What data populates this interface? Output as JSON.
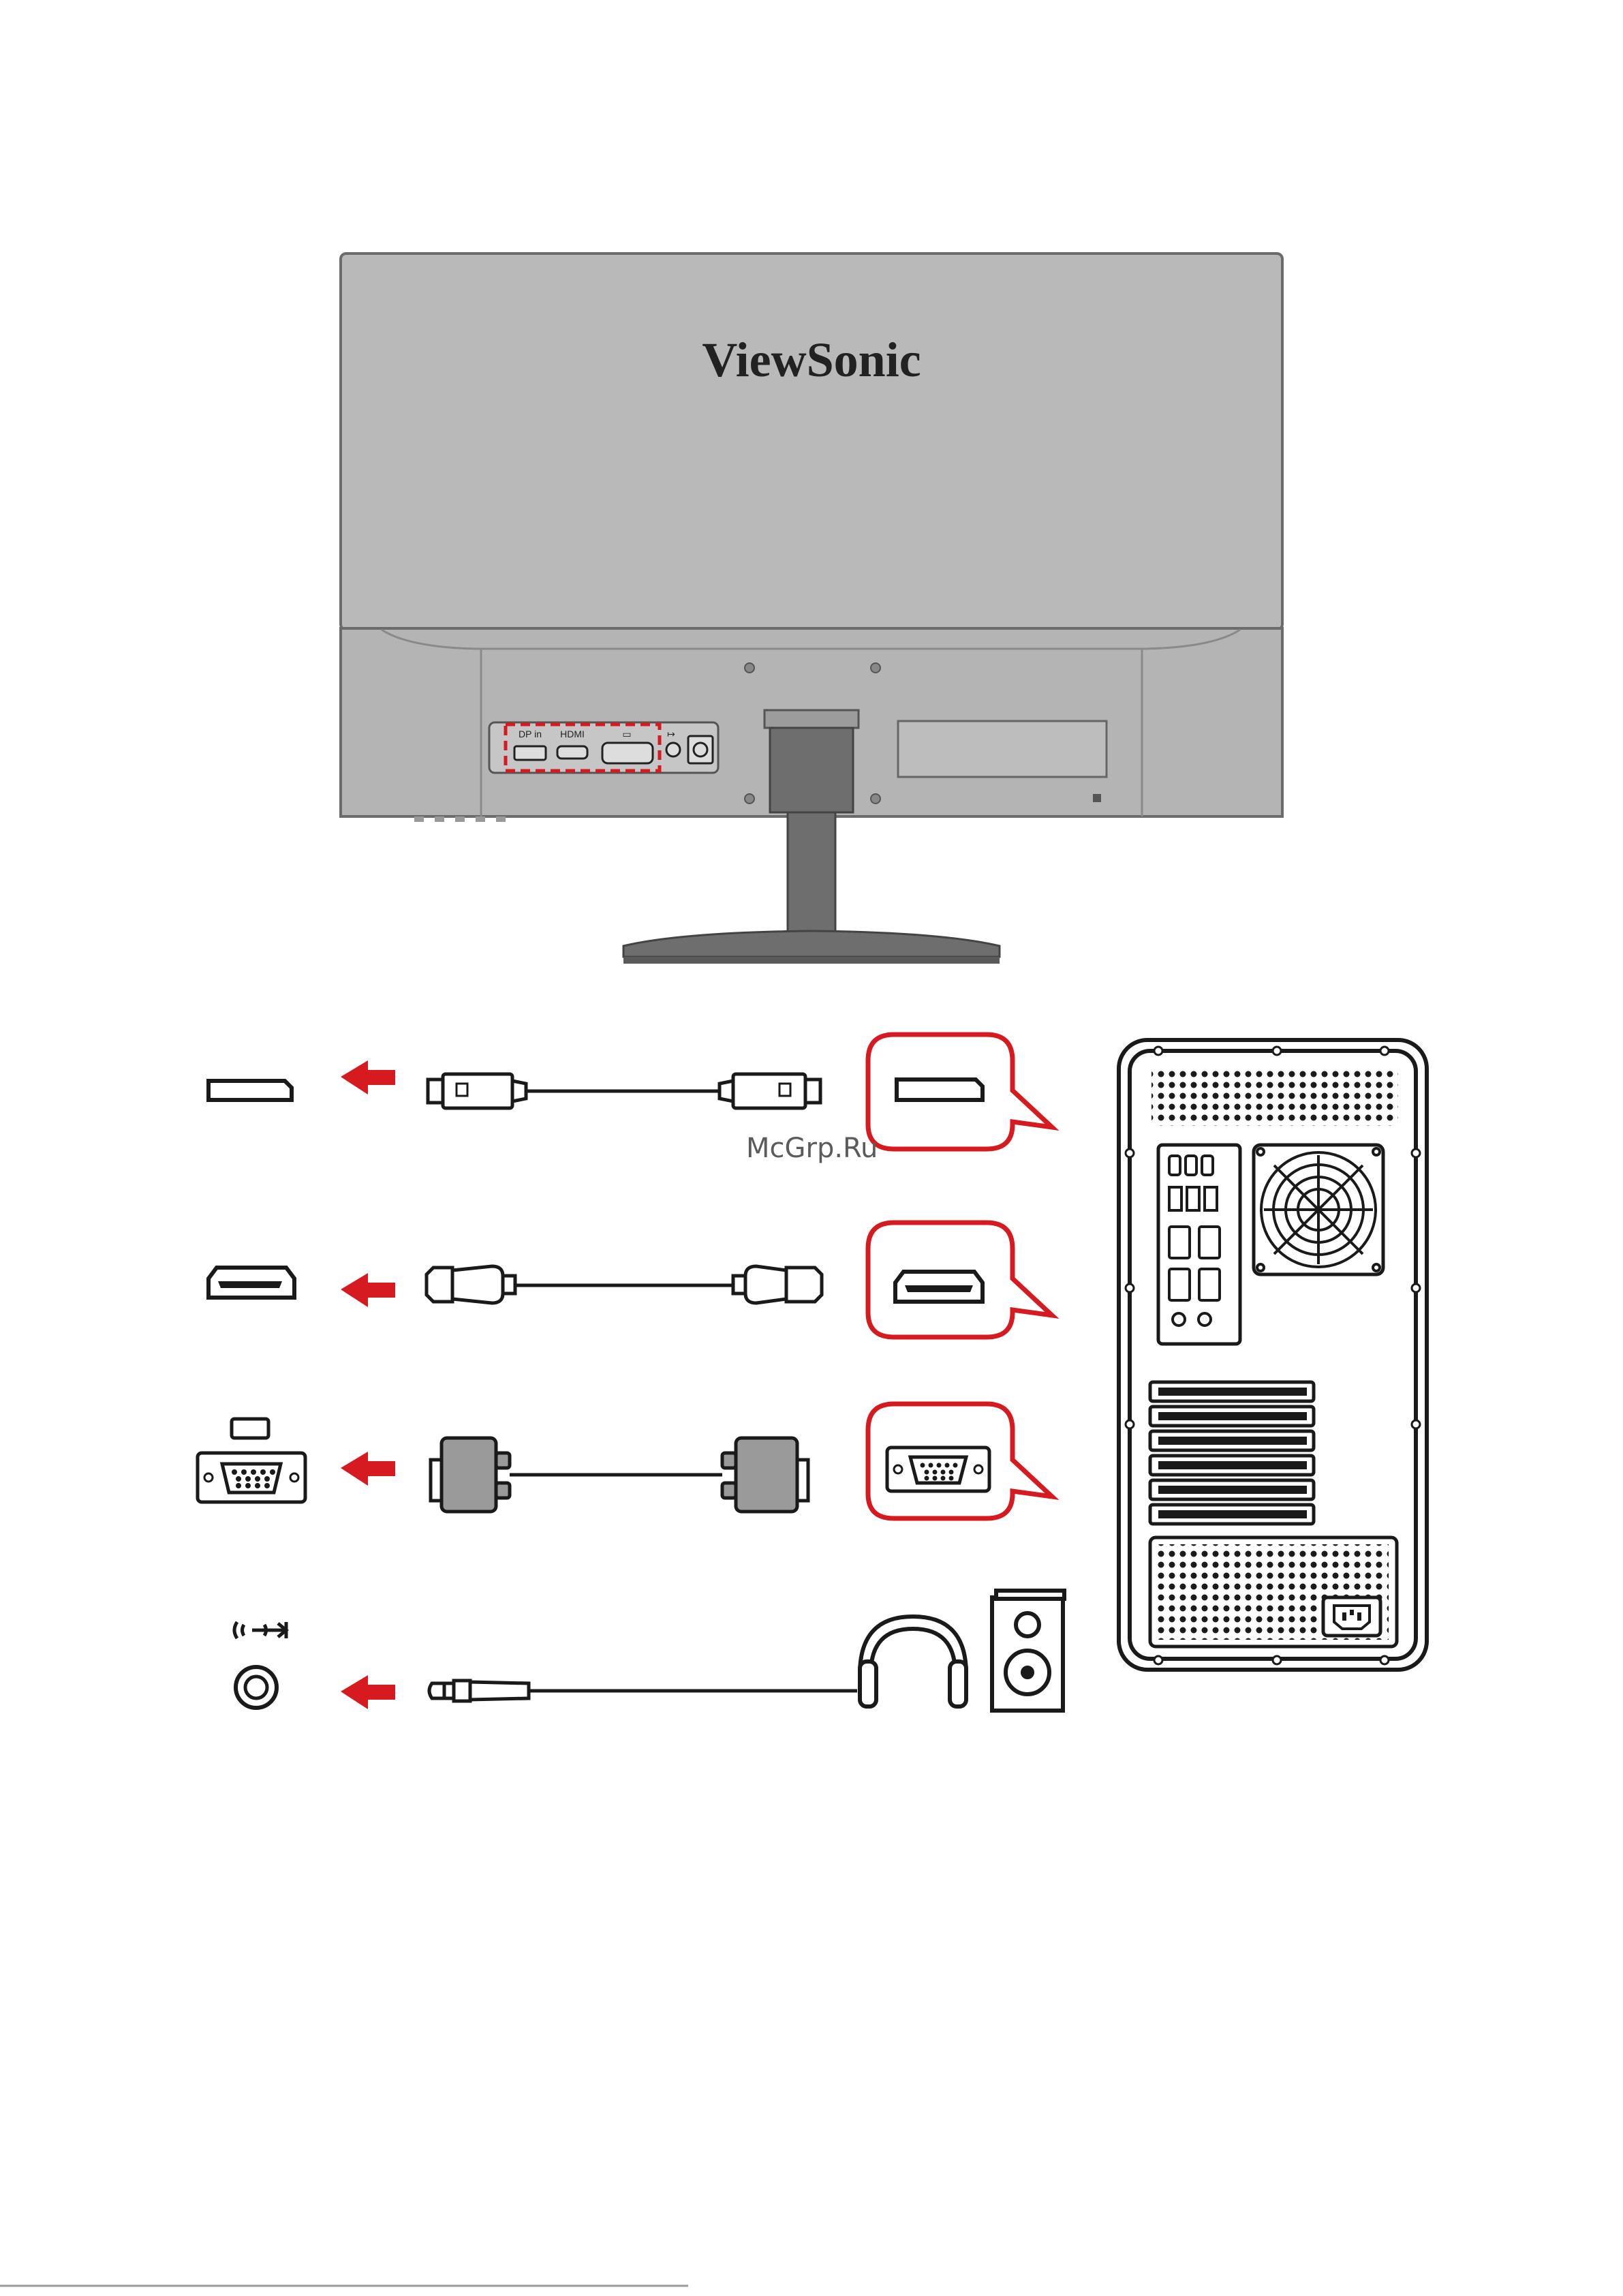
{
  "monitor": {
    "brand": "ViewSonic",
    "port_labels": {
      "dp": "DP in",
      "hdmi": "HDMI",
      "vga": "▭",
      "audio": "↦"
    }
  },
  "watermark": "McGrp.Ru",
  "colors": {
    "accent": "#d71920",
    "monitor": "#b9b9b9",
    "line": "#1a1a1a"
  },
  "connections": [
    {
      "port": "displayport-port-icon",
      "cable": "displayport-cable",
      "pc_port": "displayport-port-icon"
    },
    {
      "port": "hdmi-port-icon",
      "cable": "hdmi-cable",
      "pc_port": "hdmi-port-icon"
    },
    {
      "port": "vga-port-icon",
      "cable": "vga-cable",
      "pc_port": "vga-port-icon"
    },
    {
      "port": "audio-out-port-icon",
      "cable": "audio-cable",
      "devices": [
        "headphones-icon",
        "speaker-icon"
      ]
    }
  ]
}
